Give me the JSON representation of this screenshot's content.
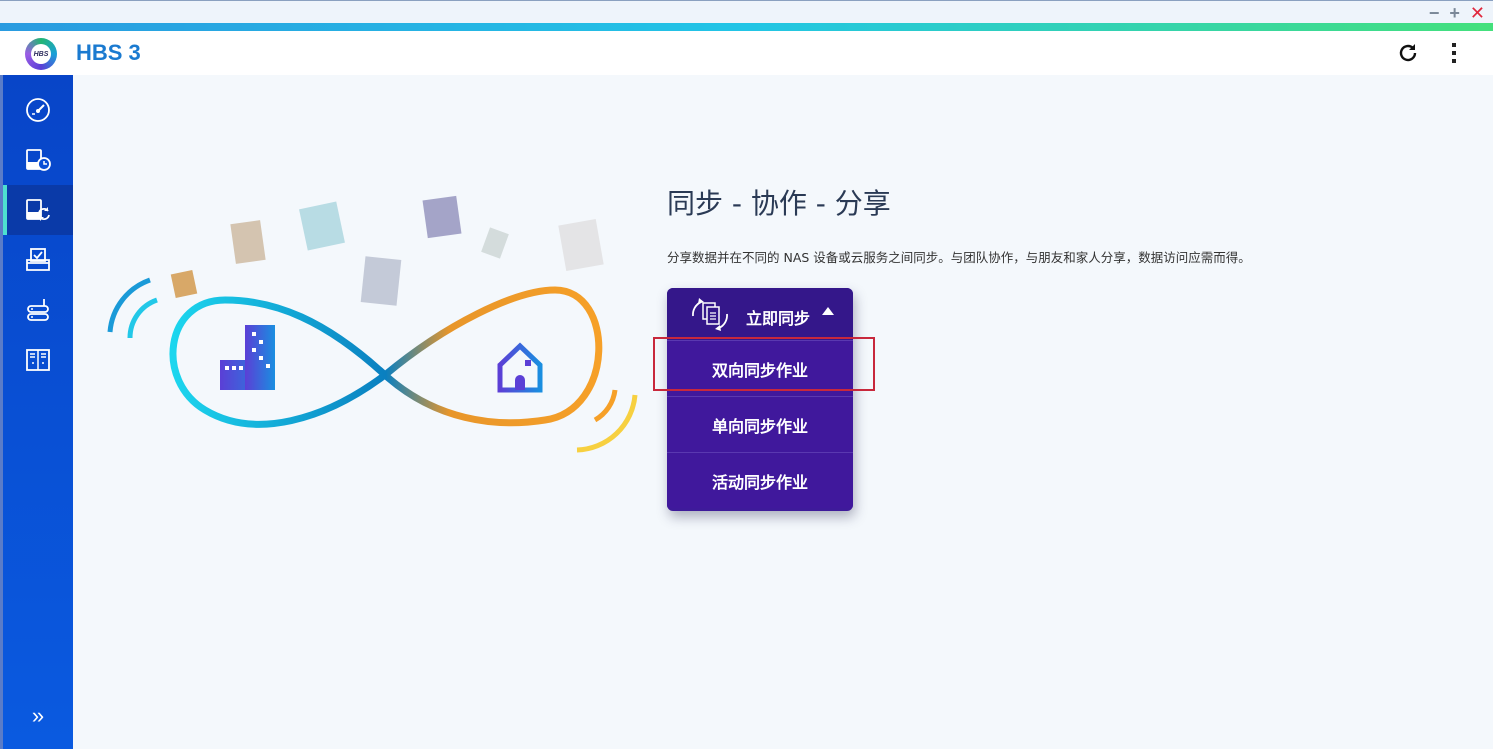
{
  "window": {
    "controls": {
      "minimize": "−",
      "maximize": "+",
      "close": "✕"
    },
    "colors": {
      "close": "#e0263c",
      "bar_start": "#2a9be0",
      "bar_end": "#44e07c"
    }
  },
  "header": {
    "logo_text": "HBS",
    "title": "HBS 3",
    "refresh_icon": "refresh-icon",
    "more_icon": "more-vertical-icon"
  },
  "sidebar": {
    "items": [
      {
        "id": "overview",
        "icon": "dashboard-gauge-icon",
        "active": false
      },
      {
        "id": "backup-restore",
        "icon": "backup-clock-icon",
        "active": false
      },
      {
        "id": "sync",
        "icon": "sync-icon",
        "active": true
      },
      {
        "id": "jobs",
        "icon": "job-tray-check-icon",
        "active": false
      },
      {
        "id": "storage-spaces",
        "icon": "storage-server-icon",
        "active": false
      },
      {
        "id": "services",
        "icon": "locker-cabinet-icon",
        "active": false
      }
    ],
    "expand_label": "»"
  },
  "main": {
    "title": "同步 - 协作 - 分享",
    "description": "分享数据并在不同的 NAS 设备或云服务之间同步。与团队协作，与朋友和家人分享，数据访问应需而得。",
    "sync_now": {
      "label": "立即同步",
      "expanded": true,
      "options": [
        {
          "label": "双向同步作业",
          "highlighted": true
        },
        {
          "label": "单向同步作业",
          "highlighted": false
        },
        {
          "label": "活动同步作业",
          "highlighted": false
        }
      ]
    },
    "colors": {
      "menu_bg": "#40189c",
      "menu_head": "#34178a",
      "highlight": "#c8283c"
    }
  }
}
